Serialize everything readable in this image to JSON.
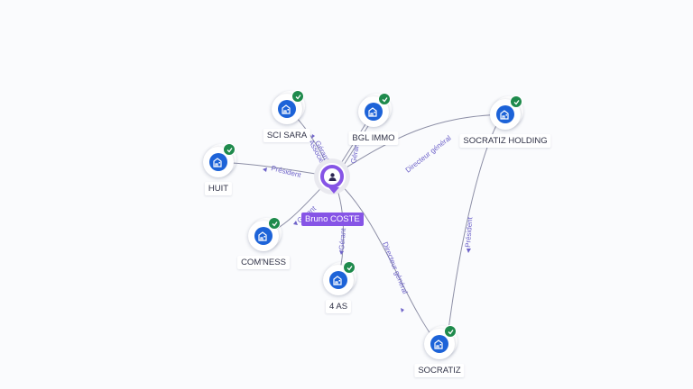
{
  "person": {
    "name": "Bruno COSTE",
    "icon": "person-icon",
    "color": "#8654e6"
  },
  "companies": [
    {
      "id": "sci-sara",
      "label": "SCI SARA",
      "icon": "building-icon",
      "status": "check-icon"
    },
    {
      "id": "bgl-immo",
      "label": "BGL IMMO",
      "icon": "building-icon",
      "status": "check-icon"
    },
    {
      "id": "socratiz-holding",
      "label": "SOCRATIZ HOLDING",
      "icon": "building-icon",
      "status": "check-icon"
    },
    {
      "id": "huit",
      "label": "HUIT",
      "icon": "building-icon",
      "status": "check-icon"
    },
    {
      "id": "comness",
      "label": "COM'NESS",
      "icon": "building-icon",
      "status": "check-icon"
    },
    {
      "id": "4as",
      "label": "4 AS",
      "icon": "building-icon",
      "status": "check-icon"
    },
    {
      "id": "socratiz",
      "label": "SOCRATIZ",
      "icon": "building-icon",
      "status": "check-icon"
    }
  ],
  "relations": [
    {
      "from": "person",
      "to": "sci-sara",
      "labels": [
        "Gérant",
        "Associé"
      ]
    },
    {
      "from": "person",
      "to": "bgl-immo",
      "labels": [
        "Gérant"
      ]
    },
    {
      "from": "person",
      "to": "socratiz-holding",
      "labels": [
        "Directeur général"
      ]
    },
    {
      "from": "person",
      "to": "huit",
      "labels": [
        "Président"
      ]
    },
    {
      "from": "person",
      "to": "comness",
      "labels": [
        "Gérant"
      ]
    },
    {
      "from": "person",
      "to": "4as",
      "labels": [
        "Gérant"
      ]
    },
    {
      "from": "person",
      "to": "socratiz",
      "labels": [
        "Directeur général"
      ]
    },
    {
      "from": "socratiz-holding",
      "to": "socratiz",
      "labels": [
        "Président"
      ]
    }
  ],
  "colors": {
    "company": "#1d63d8",
    "active": "#1e8a4c",
    "edge": "#8d8fa6",
    "edge_label": "#6e63c9"
  }
}
